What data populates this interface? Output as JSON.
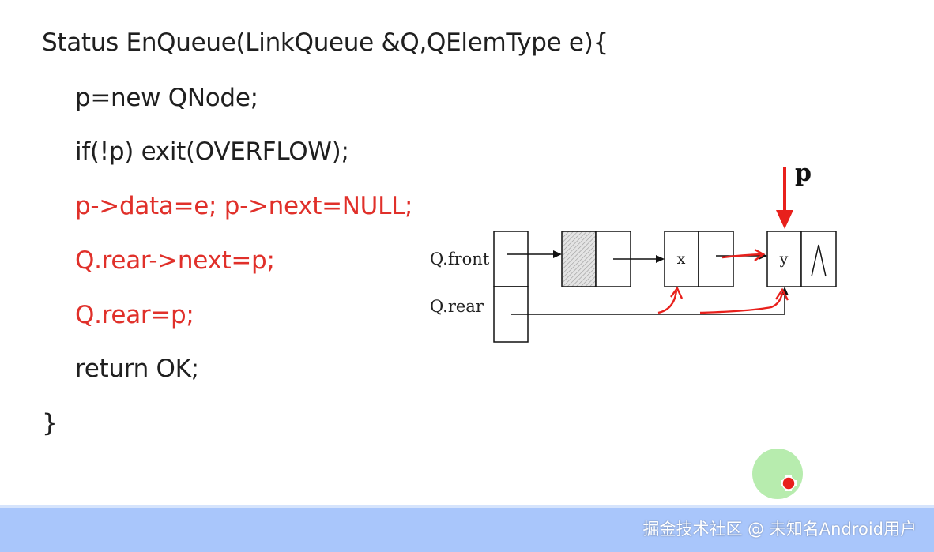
{
  "code": {
    "line1": "Status EnQueue(LinkQueue &Q,QElemType e){",
    "line2": "p=new QNode;",
    "line3": "if(!p) exit(OVERFLOW);",
    "line4": "p->data=e; p->next=NULL;",
    "line5": "Q.rear->next=p;",
    "line6": "Q.rear=p;",
    "line7": "return OK;",
    "line8": "}"
  },
  "colors": {
    "code_default": "#1f1f1f",
    "code_highlight": "#e0302a",
    "annotation_red": "#e8201c",
    "footer_bg": "#a9c6fb"
  },
  "diagram": {
    "label_front": "Q.front",
    "label_rear": "Q.rear",
    "node_x": "x",
    "node_y": "y",
    "null_symbol": "/\\",
    "pointer_label": "p"
  },
  "footer": {
    "watermark": "掘金技术社区 @ 未知名Android用户"
  }
}
